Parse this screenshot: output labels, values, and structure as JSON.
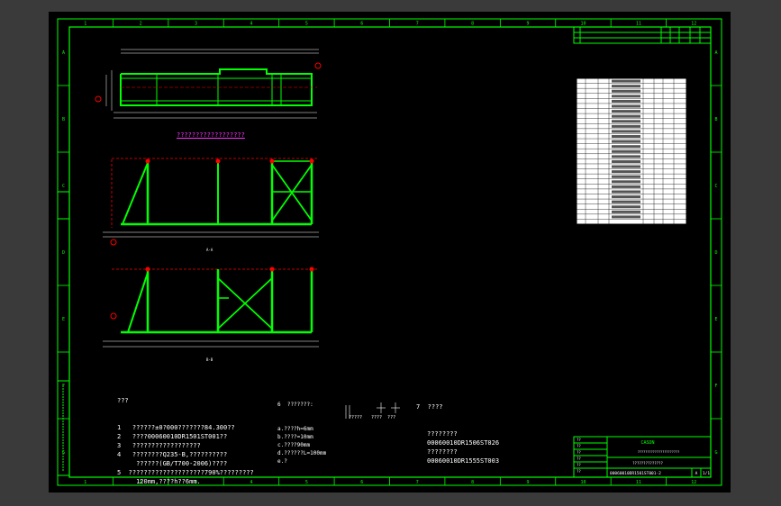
{
  "frame": {
    "col_labels": [
      "1",
      "2",
      "3",
      "4",
      "5",
      "6",
      "7",
      "8",
      "9",
      "10",
      "11",
      "12"
    ],
    "row_labels": [
      "A",
      "B",
      "C",
      "D",
      "E",
      "F",
      "G"
    ]
  },
  "drawing": {
    "section_title": "??????????????????",
    "view_label_1": "A-A",
    "view_label_2": "B-B"
  },
  "notes": {
    "heading": "???",
    "items": [
      "1   ??????±0?000???????84.300??",
      "2   ????00060010DR1501ST001??",
      "3   ??????????????????",
      "4   ????????Q235-B,??????????",
      "     ??????(GB/T700-2006)????",
      "5  ????????????????????790%?????????",
      "     120mm,????h??6mm."
    ],
    "section6_heading": "6  ???????:",
    "section6_items": [
      "a.????h=6mm",
      "b.????=10mm",
      "c.????90mm",
      "d.??????L=100mm",
      "e.?"
    ],
    "section6_symbol": "?????",
    "section6_symbol2": "????  ???",
    "section7_heading": "7  ????",
    "section7_items": [
      "????????",
      "00060010DR1506ST026",
      "????????",
      "00060010DR1555ST003"
    ]
  },
  "title_block": {
    "company": "CASDN",
    "project": "??????????????????????",
    "drawing_name": "??????????????",
    "drawing_no": "00060010DR1501ST001-2",
    "rev": "A",
    "sheet": "1/1",
    "rows": [
      "??",
      "??",
      "??",
      "??",
      "??",
      "??"
    ]
  },
  "material_table": {
    "rows": 28
  },
  "colors": {
    "frame": "#00ff00",
    "steel": "#00ff00",
    "dim": "#ffffff",
    "hidden": "#ff0000",
    "accent": "#ff33ff"
  }
}
